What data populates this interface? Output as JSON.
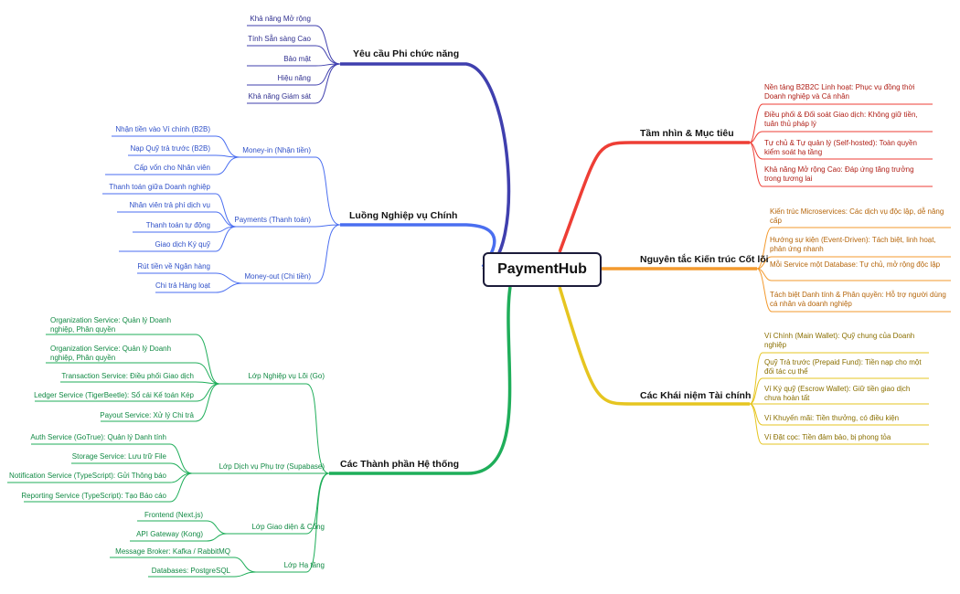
{
  "root": "PaymentHub",
  "colors": {
    "nonfunctional": "#3f3fae",
    "business": "#4a6ef0",
    "components": "#1fae5a",
    "vision": "#ee3e35",
    "architecture": "#f39a2e",
    "finance": "#e6c520",
    "root_border": "#1c1c3a"
  },
  "nonfunctional": {
    "title": "Yêu cầu Phi chức năng",
    "items": [
      "Khả năng Mở rộng",
      "Tính Sẵn sàng Cao",
      "Bảo mật",
      "Hiệu năng",
      "Khả năng Giám sát"
    ]
  },
  "business": {
    "title": "Luồng Nghiệp vụ Chính",
    "groups": [
      {
        "label": "Money-in (Nhận tiền)",
        "items": [
          "Nhận tiền vào Ví chính (B2B)",
          "Nạp Quỹ trả trước (B2B)",
          "Cấp vốn cho Nhân viên"
        ]
      },
      {
        "label": "Payments (Thanh toán)",
        "items": [
          "Thanh toán giữa Doanh nghiệp",
          "Nhân viên trả phí dịch vụ",
          "Thanh toán tự động",
          "Giao dịch Ký quỹ"
        ]
      },
      {
        "label": "Money-out (Chi tiền)",
        "items": [
          "Rút tiền về Ngân hàng",
          "Chi trả Hàng loạt"
        ]
      }
    ]
  },
  "components": {
    "title": "Các Thành phần Hệ thống",
    "groups": [
      {
        "label": "Lớp Nghiệp vụ Lõi (Go)",
        "items": [
          "Organization Service: Quản lý Doanh nghiệp, Phân quyền",
          "Organization Service: Quản lý Doanh nghiệp, Phân quyền",
          "Transaction Service: Điều phối Giao dịch",
          "Ledger Service (TigerBeetle): Sổ cái Kế toán Kép",
          "Payout Service: Xử lý Chi trả"
        ]
      },
      {
        "label": "Lớp Dịch vụ Phụ trợ (Supabase)",
        "items": [
          "Auth Service (GoTrue): Quản lý Danh tính",
          "Storage Service: Lưu trữ File",
          "Notification Service (TypeScript): Gửi Thông báo",
          "Reporting Service (TypeScript): Tạo Báo cáo"
        ]
      },
      {
        "label": "Lớp Giao diện & Cổng",
        "items": [
          "Frontend (Next.js)",
          "API Gateway (Kong)"
        ]
      },
      {
        "label": "Lớp Hạ tầng",
        "items": [
          "Message Broker: Kafka / RabbitMQ",
          "Databases: PostgreSQL"
        ]
      }
    ]
  },
  "vision": {
    "title": "Tầm nhìn & Mục tiêu",
    "items": [
      "Nền tảng B2B2C Linh hoạt: Phục vụ đồng thời Doanh nghiệp và Cá nhân",
      "Điều phối & Đối soát Giao dịch: Không giữ tiền, tuân thủ pháp lý",
      "Tự chủ & Tự quản lý (Self-hosted): Toàn quyền kiểm soát hạ tầng",
      "Khả năng Mở rộng Cao: Đáp ứng tăng trưởng trong tương lai"
    ]
  },
  "architecture": {
    "title": "Nguyên tắc Kiến trúc Cốt lõi",
    "items": [
      "Kiến trúc Microservices: Các dịch vụ độc lập, dễ nâng cấp",
      "Hướng sự kiện (Event-Driven): Tách biệt, linh hoạt, phản ứng nhanh",
      "Mỗi Service một Database: Tự chủ, mở rộng độc lập",
      "Tách biệt Danh tính & Phân quyền: Hỗ trợ người dùng cá nhân và doanh nghiệp"
    ]
  },
  "finance": {
    "title": "Các Khái niệm Tài chính",
    "items": [
      "Ví Chính (Main Wallet): Quỹ chung của Doanh nghiệp",
      "Quỹ Trả trước (Prepaid Fund): Tiền nạp cho một đối tác cụ thể",
      "Ví Ký quỹ (Escrow Wallet): Giữ tiền giao dịch chưa hoàn tất",
      "Ví Khuyến mãi: Tiền thưởng, có điều kiện",
      "Ví Đặt cọc: Tiền đảm bảo, bị phong tỏa"
    ]
  }
}
